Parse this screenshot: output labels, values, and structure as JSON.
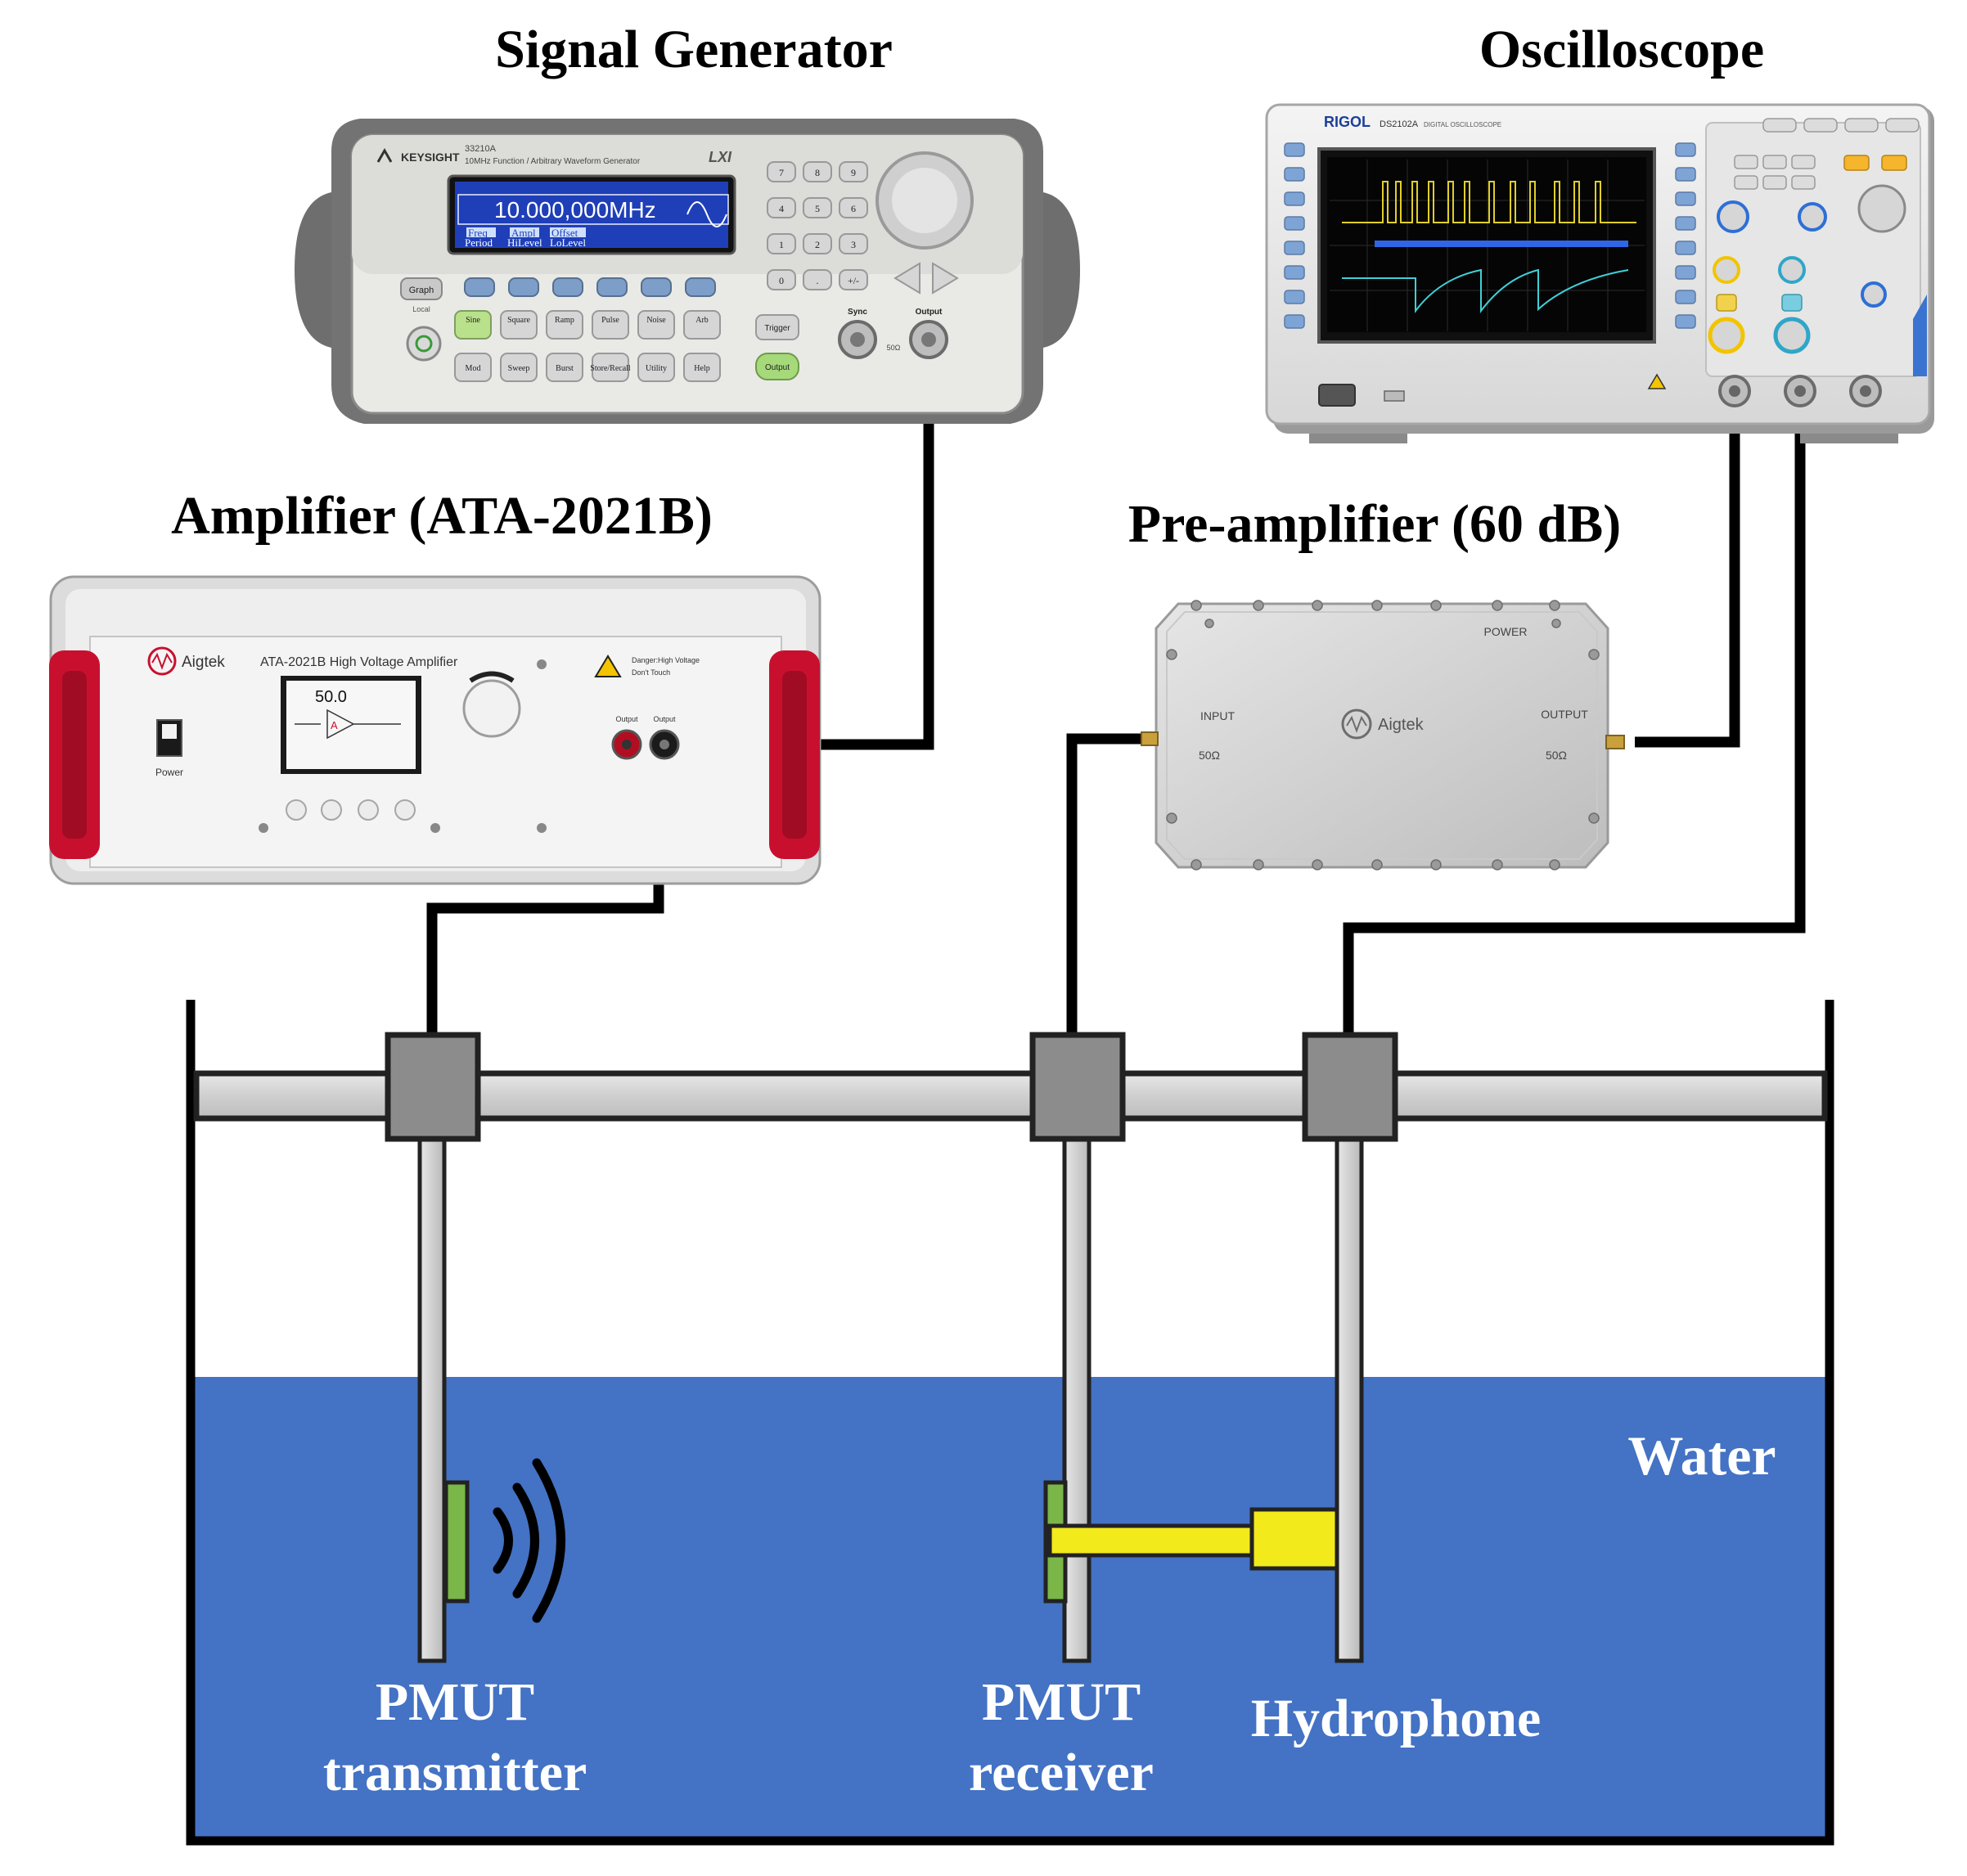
{
  "labels": {
    "signal_generator": "Signal Generator",
    "oscilloscope": "Oscilloscope",
    "amplifier": "Amplifier (ATA-2021B)",
    "preamplifier": "Pre-amplifier (60 dB)",
    "water": "Water",
    "pmut_transmitter_line1": "PMUT",
    "pmut_transmitter_line2": "transmitter",
    "pmut_receiver_line1": "PMUT",
    "pmut_receiver_line2": "receiver",
    "hydrophone": "Hydrophone"
  },
  "signal_generator_device": {
    "brand": "KEYSIGHT",
    "model": "33210A",
    "subtitle": "10MHz Function / Arbitrary Waveform Generator",
    "lxi": "LXI",
    "display_value": "10.000,000MHz",
    "softkeys_top": [
      "Freq",
      "Ampl",
      "Offset"
    ],
    "softkeys_bottom": [
      "Period",
      "HiLevel",
      "LoLevel"
    ],
    "graph": "Graph",
    "local": "Local",
    "wave_buttons": [
      "Sine",
      "Square",
      "Ramp",
      "Pulse",
      "Noise",
      "Arb"
    ],
    "func_buttons": [
      "Mod",
      "Sweep",
      "Burst",
      "Store/Recall",
      "Utility",
      "Help"
    ],
    "keypad": [
      "7",
      "8",
      "9",
      "4",
      "5",
      "6",
      "1",
      "2",
      "3",
      "0",
      ".",
      "+/-"
    ],
    "trigger": "Trigger",
    "output_btn": "Output",
    "sync": "Sync",
    "output": "Output",
    "ohm": "50Ω"
  },
  "oscilloscope_device": {
    "brand": "RIGOL",
    "model": "DS2102A",
    "subtitle": "DIGITAL OSCILLOSCOPE"
  },
  "amplifier_device": {
    "brand": "Aigtek",
    "model_label": "ATA-2021B High Voltage Amplifier",
    "display_value": "50.0",
    "display_marker": "A",
    "power": "Power",
    "danger_line1": "Danger:High Voltage",
    "danger_line2": "Don't Touch",
    "output1": "Output",
    "output2": "Output"
  },
  "preamp_device": {
    "brand": "Aigtek",
    "power": "POWER",
    "input": "INPUT",
    "output": "OUTPUT",
    "input_ohm": "50Ω",
    "output_ohm": "50Ω"
  },
  "colors": {
    "water": "#4472c4",
    "pmut": "#7ab648",
    "hydrophone": "#f2ea1a",
    "bracket": "#8c8c8c",
    "rail": "#d9d9d9",
    "cable": "#000000",
    "amp_handle": "#c8102e",
    "lcd_blue": "#1f3fb8"
  }
}
